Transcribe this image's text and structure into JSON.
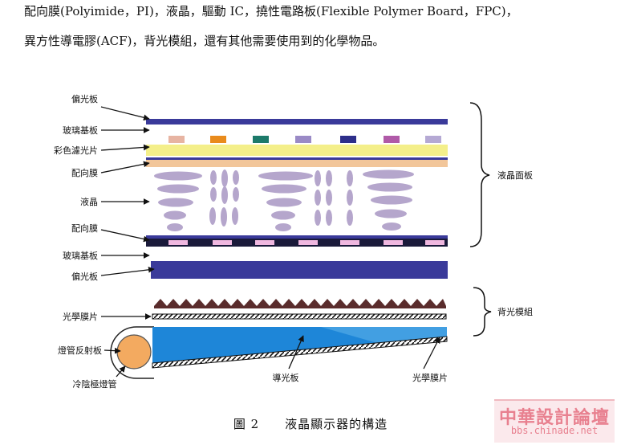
{
  "paragraph": {
    "line1": "配向膜(Polyimide，PI)，液晶，驅動 IC，撓性電路板(Flexible Polymer Board，FPC)，",
    "line2": "異方性導電膠(ACF)，背光模組，還有其他需要使用到的化學物品。"
  },
  "figure": {
    "labels": {
      "polarizer_top": "偏光板",
      "glass_top": "玻璃基板",
      "color_filter": "彩色濾光片",
      "alignment_top": "配向膜",
      "liquid_crystal": "液晶",
      "alignment_bottom": "配向膜",
      "glass_bottom": "玻璃基板",
      "polarizer_bottom": "偏光板",
      "optical_film_left": "光學膜片",
      "lamp_reflector": "燈管反射板",
      "ccfl": "冷陰極燈管",
      "light_guide": "導光板",
      "optical_film_right": "光學膜片",
      "lcd_panel": "液晶面板",
      "backlight_module": "背光模組"
    },
    "caption": "圖 2　　液晶顯示器的構造"
  },
  "watermark": {
    "title": "中華設計論壇",
    "url": "bbs.chinade.net"
  },
  "colors": {
    "polarizer": "#3a3a9a",
    "filter_yellow": "#f4ef8a",
    "filter_orange": "#f2c69a",
    "lc": "#b5a6cc",
    "light_guide": "#1e86d8",
    "lamp": "#f3aa60",
    "prism": "#5a2c2c"
  }
}
